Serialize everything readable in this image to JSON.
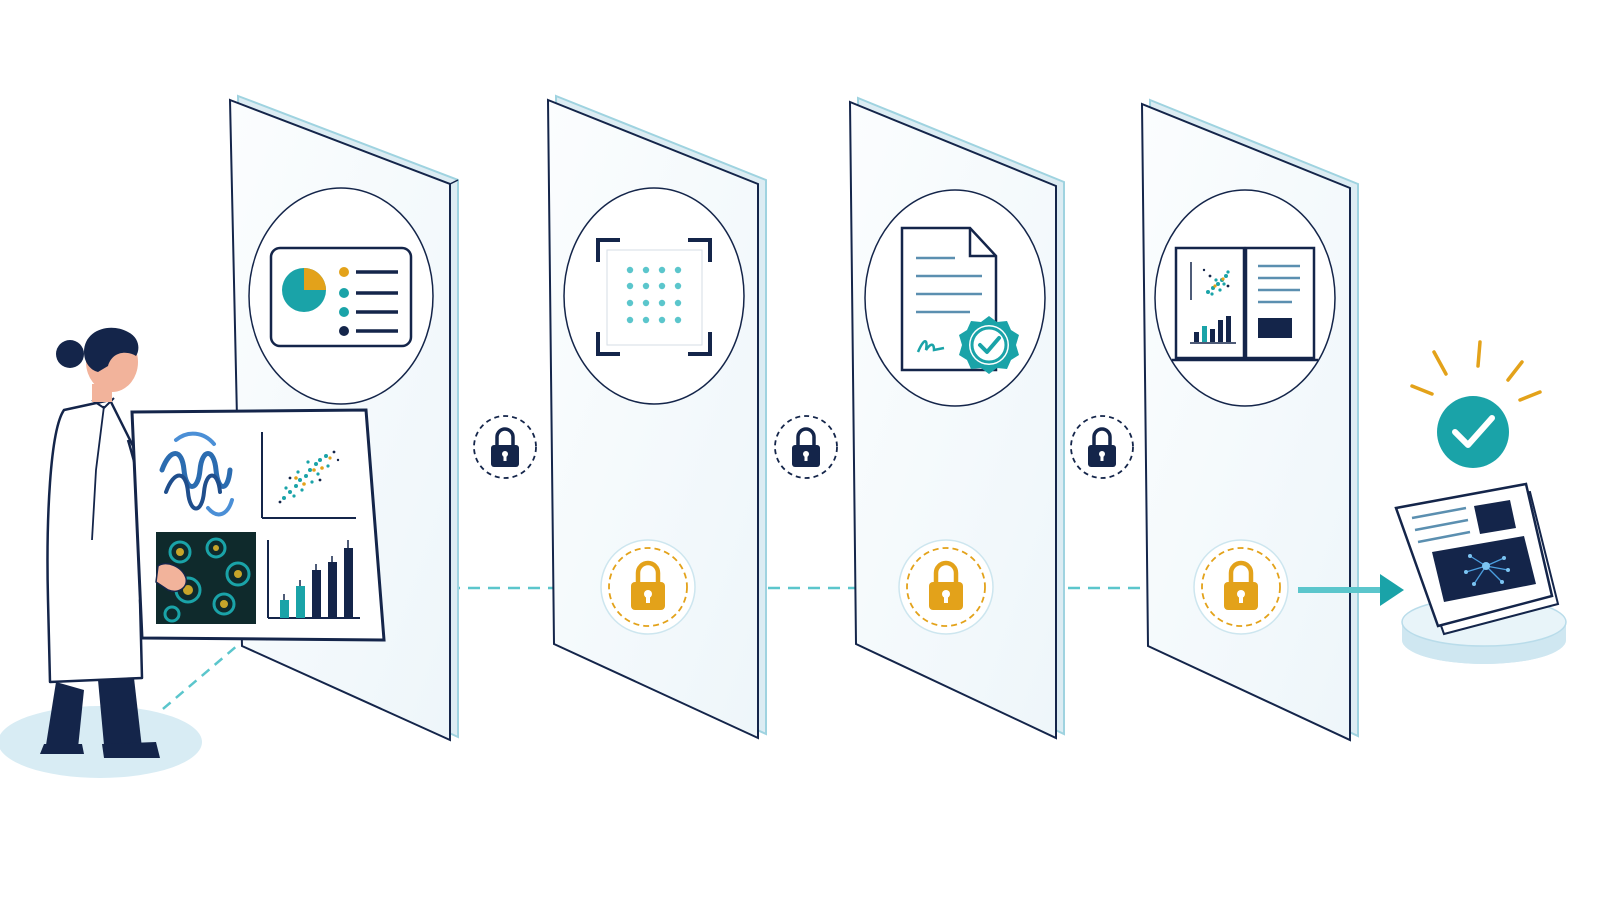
{
  "colors": {
    "navy": "#14254a",
    "teal": "#1aa3a8",
    "light_teal": "#5bc6cc",
    "gold": "#e3a21a",
    "glass_fill": "#f3f8fb",
    "glass_edge": "#9fd3e0",
    "pale_blue": "#d8ecf4",
    "line_gray": "#9aa7b8"
  },
  "panels": [
    {
      "id": "panel-1",
      "icon": "dashboard-chart-icon"
    },
    {
      "id": "panel-2",
      "icon": "scan-frame-icon"
    },
    {
      "id": "panel-3",
      "icon": "signed-document-icon"
    },
    {
      "id": "panel-4",
      "icon": "open-book-icon"
    }
  ],
  "connector_locks": [
    "padlock-icon",
    "padlock-icon",
    "padlock-icon"
  ],
  "gate_locks": [
    "gold-padlock-icon",
    "gold-padlock-icon",
    "gold-padlock-icon"
  ],
  "person": {
    "icon": "scientist-figure"
  },
  "board": {
    "icon": "data-figures-board"
  },
  "result": {
    "icon": "approved-publication-icon"
  }
}
